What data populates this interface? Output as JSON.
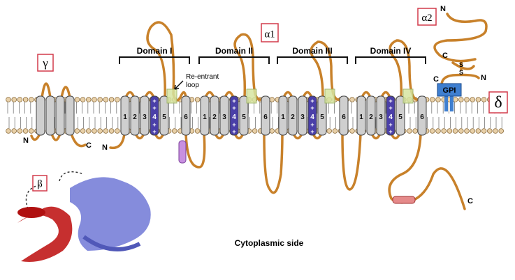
{
  "subunits": {
    "alpha1": "α1",
    "alpha2": "α2",
    "beta": "β",
    "gamma": "γ",
    "delta": "δ"
  },
  "domains": [
    "Domain I",
    "Domain II",
    "Domain III",
    "Domain IV"
  ],
  "helix_numbers": [
    "1",
    "2",
    "3",
    "4",
    "5",
    "6"
  ],
  "voltage_sensor_marks": "+",
  "reentrant_loop": [
    "Re-entrant",
    "loop"
  ],
  "gpi_label": "GPI",
  "disulfide": [
    "S",
    "S"
  ],
  "termini": {
    "n": "N",
    "c": "C"
  },
  "cytoplasmic_label": "Cytoplasmic side",
  "colors": {
    "loop": "#c8812a",
    "helix": "#c8c8c8",
    "s4": "#4a3fa8",
    "pore": "#d6e4a0",
    "gpi": "#3f7fd0",
    "box": "#d23a4a",
    "beta_red": "#c01818",
    "beta_blue": "#7880d8"
  }
}
